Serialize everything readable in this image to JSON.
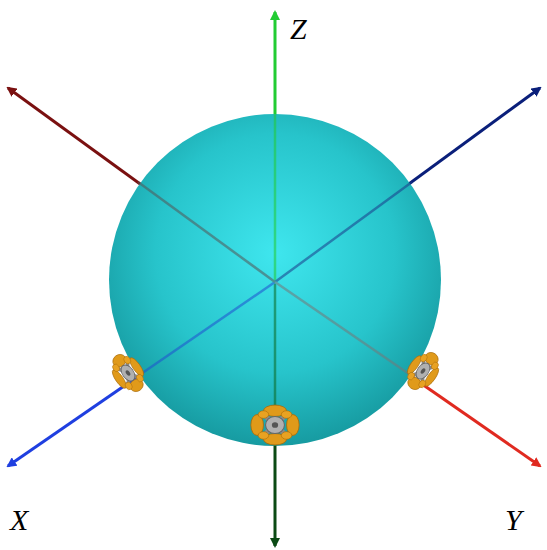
{
  "diagram": {
    "labels": [
      "Z",
      "X",
      "Y"
    ]
  }
}
